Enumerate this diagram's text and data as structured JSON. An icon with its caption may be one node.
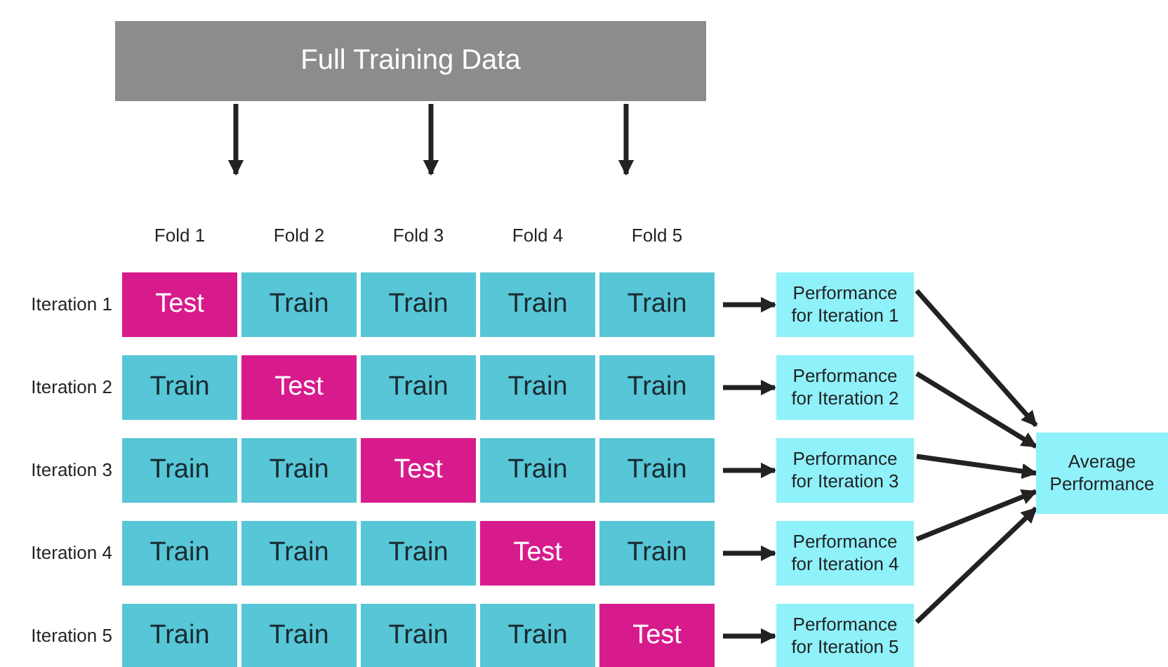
{
  "diagram": {
    "nodes": [
      {
        "text": [
          "Full Training Data"
        ]
      },
      {
        "text": [
          "Test"
        ]
      },
      {
        "text": [
          "Train"
        ]
      },
      {
        "text": [
          "Train"
        ]
      },
      {
        "text": [
          "Train"
        ]
      },
      {
        "text": [
          "Train"
        ]
      },
      {
        "text": [
          "Performance for Iteration 1"
        ]
      },
      {
        "text": [
          "Train"
        ]
      },
      {
        "text": [
          "Test"
        ]
      },
      {
        "text": [
          "Train"
        ]
      },
      {
        "text": [
          "Train"
        ]
      },
      {
        "text": [
          "Train"
        ]
      },
      {
        "text": [
          "Performance for Iteration 2"
        ]
      },
      {
        "text": [
          "Train"
        ]
      },
      {
        "text": [
          "Train"
        ]
      },
      {
        "text": [
          "Test"
        ]
      },
      {
        "text": [
          "Train"
        ]
      },
      {
        "text": [
          "Train"
        ]
      },
      {
        "text": [
          "Performance for Iteration 3"
        ]
      },
      {
        "text": [
          "Train"
        ]
      },
      {
        "text": [
          "Train"
        ]
      },
      {
        "text": [
          "Train"
        ]
      },
      {
        "text": [
          "Test"
        ]
      },
      {
        "text": [
          "Train"
        ]
      },
      {
        "text": [
          "Performance for Iteration 4"
        ]
      },
      {
        "text": [
          "Train"
        ]
      },
      {
        "text": [
          "Train"
        ]
      },
      {
        "text": [
          "Train"
        ]
      },
      {
        "text": [
          "Train"
        ]
      },
      {
        "text": [
          "Test"
        ]
      },
      {
        "text": [
          "Performance for Iteration 5"
        ]
      },
      {
        "text": [
          "Average Performance"
        ]
      }
    ],
    "edges": [
      {
        "from": 0,
        "to": null,
        "arrow": "to"
      },
      {
        "from": 0,
        "to": null,
        "arrow": "to"
      },
      {
        "from": 0,
        "to": null,
        "arrow": "to"
      },
      {
        "from": 5,
        "to": 6,
        "arrow": "to"
      },
      {
        "from": 11,
        "to": 12,
        "arrow": "to"
      },
      {
        "from": 17,
        "to": 18,
        "arrow": "to"
      },
      {
        "from": 23,
        "to": 24,
        "arrow": "to"
      },
      {
        "from": 29,
        "to": 30,
        "arrow": "to"
      },
      {
        "from": 6,
        "to": 31,
        "arrow": "to"
      },
      {
        "from": 12,
        "to": 31,
        "arrow": "to"
      },
      {
        "from": 18,
        "to": 31,
        "arrow": "to"
      },
      {
        "from": 24,
        "to": 31,
        "arrow": "to"
      },
      {
        "from": 30,
        "to": 31,
        "arrow": "to"
      }
    ],
    "labels": [
      "Fold 1",
      "Fold 2",
      "Fold 3",
      "Fold 4",
      "Fold 5",
      "Iteration 1",
      "Iteration 2",
      "Iteration 3",
      "Iteration 4",
      "Iteration 5"
    ]
  }
}
